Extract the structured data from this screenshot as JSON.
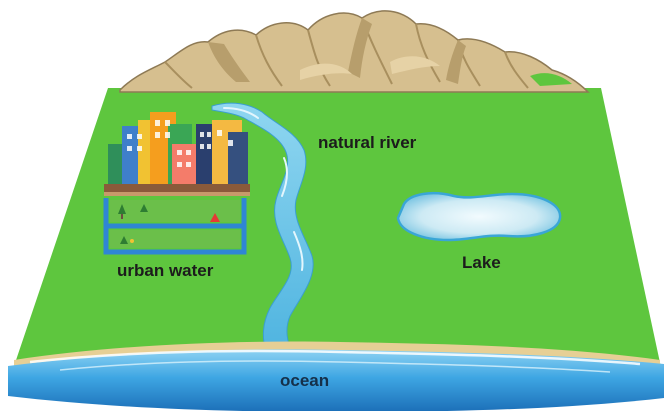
{
  "labels": {
    "natural_river": "natural river",
    "urban_water": "urban water",
    "lake": "Lake",
    "ocean": "ocean"
  },
  "colors": {
    "ground": "#5ec63e",
    "ground_edge": "#4bb130",
    "mountain": "#d6bf8f",
    "mountain_shade": "#b79e6c",
    "river": "#6cc3e5",
    "lake": "#cfeaf3",
    "ocean": "#2a8fd6",
    "sand": "#e6cf95",
    "city_pipe": "#2f86d4"
  }
}
